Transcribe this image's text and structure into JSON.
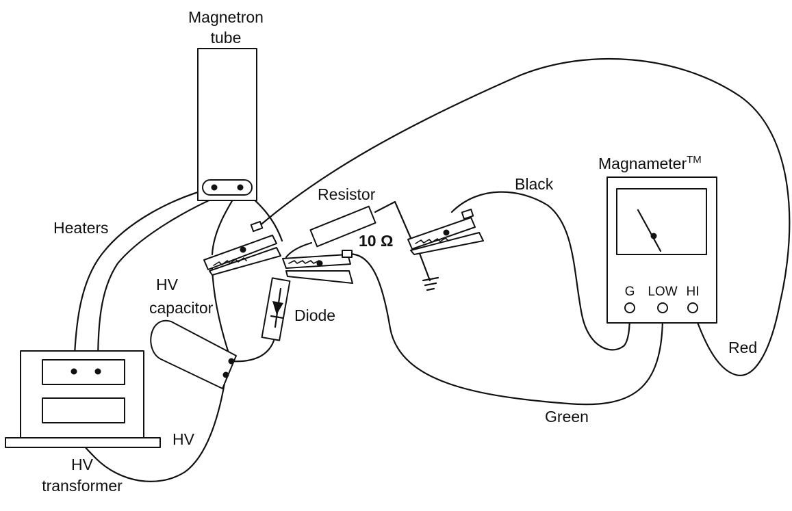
{
  "labels": {
    "magnetron_line1": "Magnetron",
    "magnetron_line2": "tube",
    "heaters": "Heaters",
    "resistor": "Resistor",
    "resistance": "10 Ω",
    "black": "Black",
    "meter_name": "Magnameter",
    "meter_tm": "TM",
    "hv_capacitor_line1": "HV",
    "hv_capacitor_line2": "capacitor",
    "diode": "Diode",
    "red": "Red",
    "green": "Green",
    "hv": "HV",
    "hv_transformer_line1": "HV",
    "hv_transformer_line2": "transformer",
    "terminal_g": "G",
    "terminal_low": "LOW",
    "terminal_hi": "HI"
  }
}
